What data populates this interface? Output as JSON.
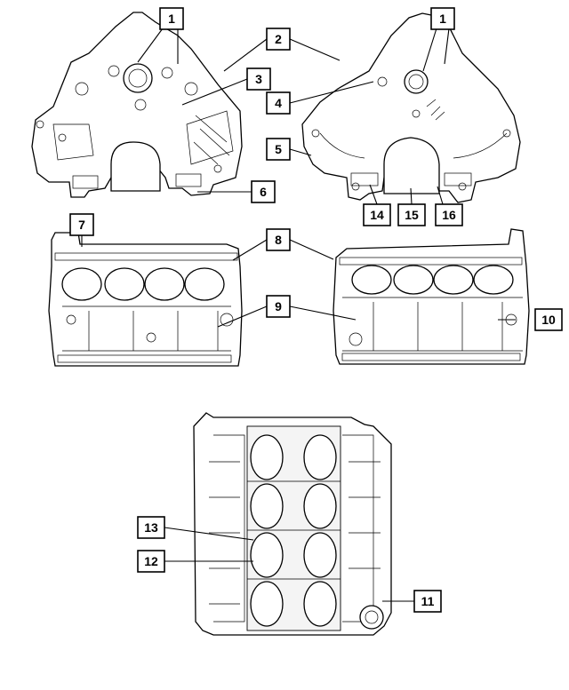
{
  "callouts": [
    {
      "id": "c1a",
      "label": "1"
    },
    {
      "id": "c1b",
      "label": "1"
    },
    {
      "id": "c2",
      "label": "2"
    },
    {
      "id": "c3",
      "label": "3"
    },
    {
      "id": "c4",
      "label": "4"
    },
    {
      "id": "c5",
      "label": "5"
    },
    {
      "id": "c6",
      "label": "6"
    },
    {
      "id": "c7",
      "label": "7"
    },
    {
      "id": "c8",
      "label": "8"
    },
    {
      "id": "c9",
      "label": "9"
    },
    {
      "id": "c10",
      "label": "10"
    },
    {
      "id": "c11",
      "label": "11"
    },
    {
      "id": "c12",
      "label": "12"
    },
    {
      "id": "c13",
      "label": "13"
    },
    {
      "id": "c14",
      "label": "14"
    },
    {
      "id": "c15",
      "label": "15"
    },
    {
      "id": "c16",
      "label": "16"
    }
  ]
}
